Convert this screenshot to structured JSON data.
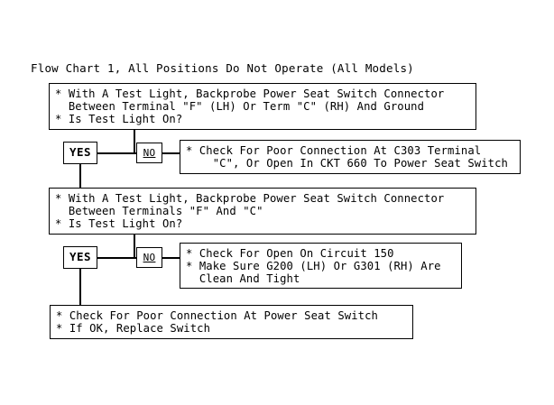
{
  "chart_title": "Flow Chart 1, All Positions Do Not Operate (All Models)",
  "nodes": {
    "step1": {
      "id": "step1",
      "type": "process",
      "text": "* With A Test Light, Backprobe Power Seat Switch Connector\n  Between Terminal \"F\" (LH) Or Term \"C\" (RH) And Ground\n* Is Test Light On?"
    },
    "branch1_yes": {
      "id": "branch1-yes",
      "type": "decision-label",
      "text": "YES"
    },
    "branch1_no": {
      "id": "branch1-no",
      "type": "decision-label",
      "text": "NO"
    },
    "result1": {
      "id": "result1",
      "type": "terminal",
      "text": "* Check For Poor Connection At C303 Terminal\n    \"C\", Or Open In CKT 660 To Power Seat Switch"
    },
    "step2": {
      "id": "step2",
      "type": "process",
      "text": "* With A Test Light, Backprobe Power Seat Switch Connector\n  Between Terminals \"F\" And \"C\"\n* Is Test Light On?"
    },
    "branch2_yes": {
      "id": "branch2-yes",
      "type": "decision-label",
      "text": "YES"
    },
    "branch2_no": {
      "id": "branch2-no",
      "type": "decision-label",
      "text": "NO"
    },
    "result2": {
      "id": "result2",
      "type": "terminal",
      "text": "* Check For Open On Circuit 150\n* Make Sure G200 (LH) Or G301 (RH) Are\n  Clean And Tight"
    },
    "result3": {
      "id": "result3",
      "type": "terminal",
      "text": "* Check For Poor Connection At Power Seat Switch\n* If OK, Replace Switch"
    }
  },
  "colors": {
    "background": "#ffffff",
    "line": "#000000",
    "text": "#000000"
  }
}
